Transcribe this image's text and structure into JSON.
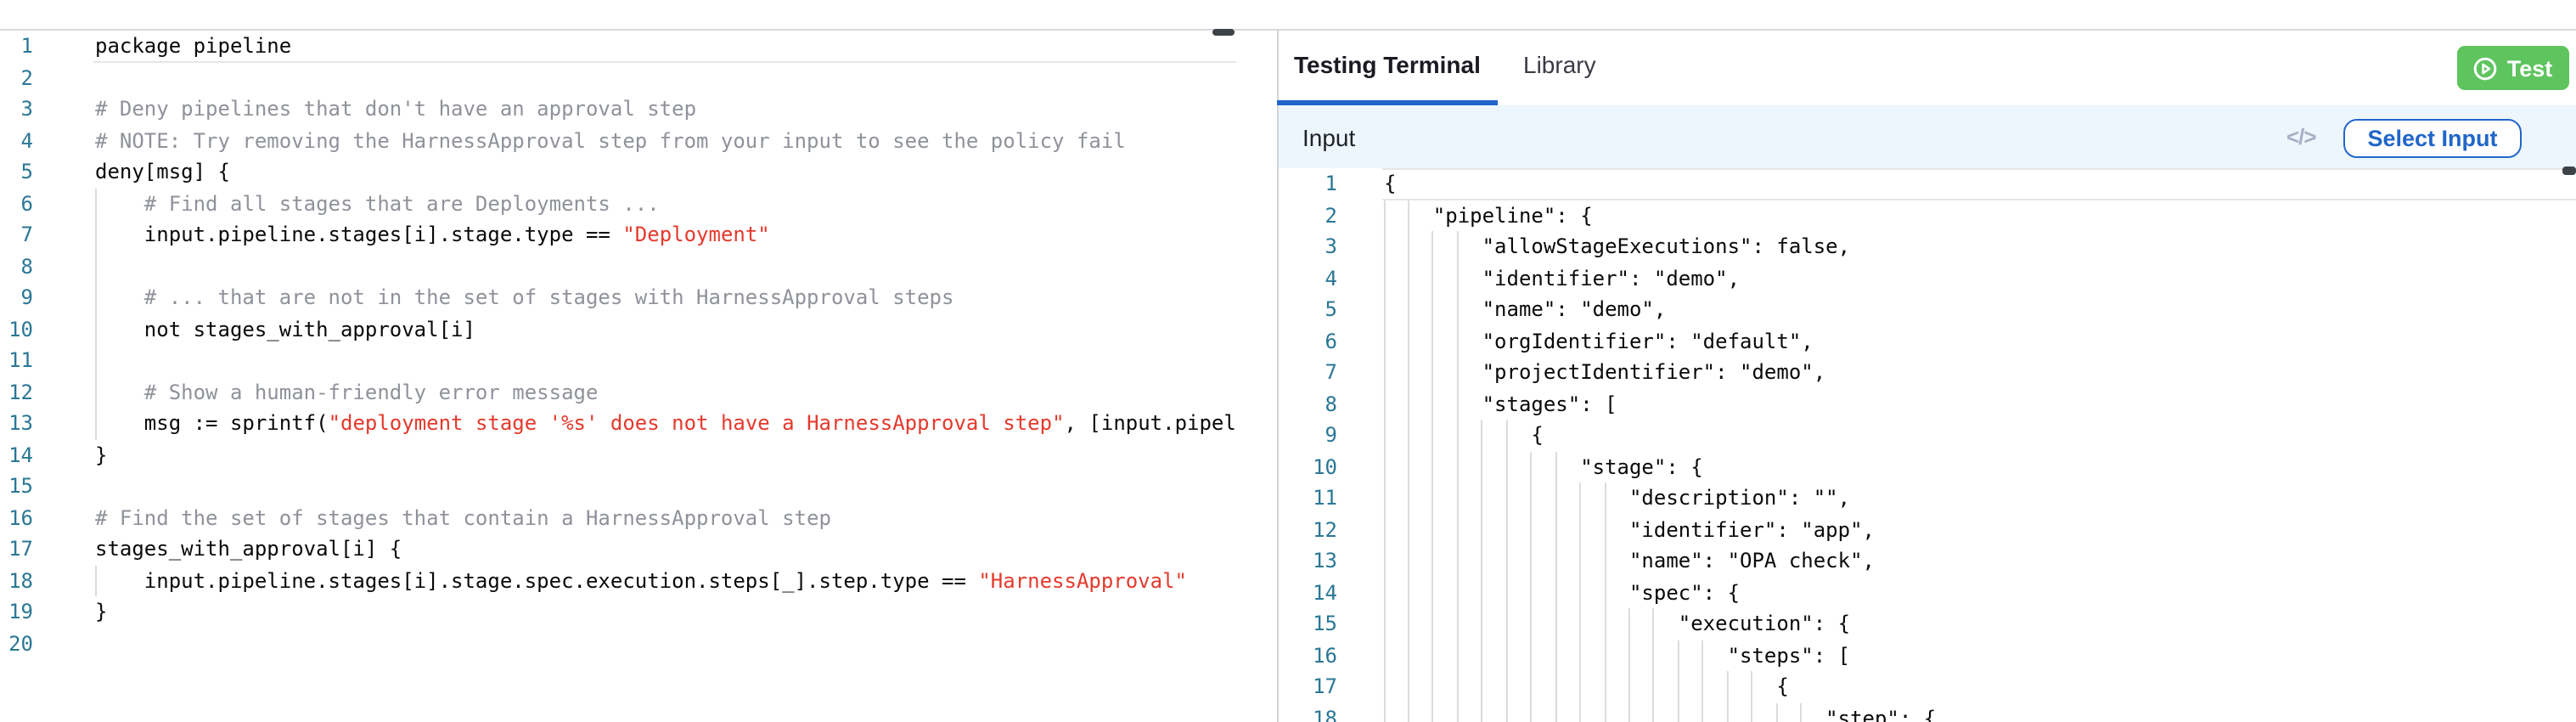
{
  "policy_editor": {
    "language": "rego",
    "lines": [
      "package pipeline",
      "",
      "# Deny pipelines that don't have an approval step",
      "# NOTE: Try removing the HarnessApproval step from your input to see the policy fail",
      "deny[msg] {",
      "    # Find all stages that are Deployments ...",
      "    input.pipeline.stages[i].stage.type == \"Deployment\"",
      "",
      "    # ... that are not in the set of stages with HarnessApproval steps",
      "    not stages_with_approval[i]",
      "",
      "    # Show a human-friendly error message",
      "    msg := sprintf(\"deployment stage '%s' does not have a HarnessApproval step\", [input.pipel",
      "}",
      "",
      "# Find the set of stages that contain a HarnessApproval step",
      "stages_with_approval[i] {",
      "    input.pipeline.stages[i].stage.spec.execution.steps[_].step.type == \"HarnessApproval\"",
      "}",
      ""
    ]
  },
  "testing": {
    "tabs": [
      {
        "label": "Testing Terminal",
        "active": true
      },
      {
        "label": "Library",
        "active": false
      }
    ],
    "test_button": {
      "label": "Test",
      "icon": "play-circle-icon"
    },
    "input": {
      "title": "Input",
      "code_icon": "</>",
      "select_button": "Select Input"
    },
    "input_json": {
      "lines": [
        "{",
        "    \"pipeline\": {",
        "        \"allowStageExecutions\": false,",
        "        \"identifier\": \"demo\",",
        "        \"name\": \"demo\",",
        "        \"orgIdentifier\": \"default\",",
        "        \"projectIdentifier\": \"demo\",",
        "        \"stages\": [",
        "            {",
        "                \"stage\": {",
        "                    \"description\": \"\",",
        "                    \"identifier\": \"app\",",
        "                    \"name\": \"OPA check\",",
        "                    \"spec\": {",
        "                        \"execution\": {",
        "                            \"steps\": [",
        "                                {",
        "                                    \"step\": {"
      ]
    }
  },
  "colors": {
    "accent": "#2166ca",
    "green": "#5ec45e",
    "ln": "#2a7795",
    "comment": "#8f929a",
    "string": "#e5392c",
    "code": "#0a0a0a",
    "border": "#d8d9dd",
    "border2": "#d2d4d9",
    "guide": "#dcdcdc",
    "hl": "#e6e6e6",
    "band": "#edf6fc",
    "muted": "#abadc4",
    "thumb": "#3e4249"
  }
}
